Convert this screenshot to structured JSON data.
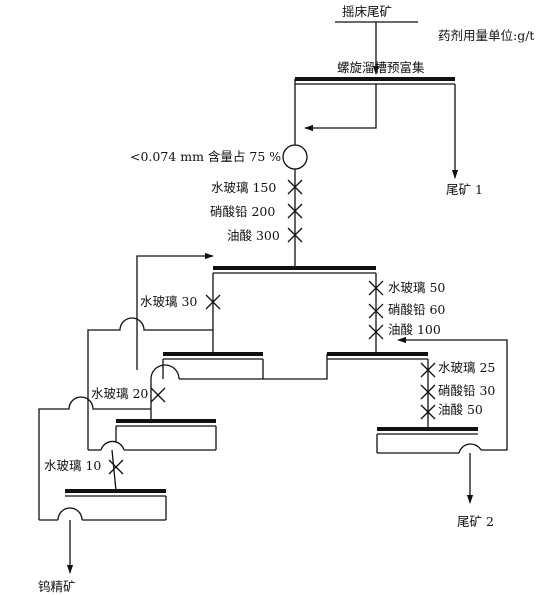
{
  "feed": "摇床尾矿",
  "dose_unit": "药剂用量单位:g/t",
  "spiral_label": "螺旋溜槽预富集",
  "grind_label": "<0.074 mm 含量占 75 %",
  "tailing_1": "尾矿 1",
  "tailing_2": "尾矿 2",
  "concentrate": "钨精矿",
  "reagents_rougher": [
    "水玻璃 150",
    "硝酸铅 200",
    "油酸 300"
  ],
  "reagents_scavenger": [
    "水玻璃 50",
    "硝酸铅 60",
    "油酸 100"
  ],
  "reagents_scavenger2": [
    "水玻璃 25",
    "硝酸铅 30",
    "油酸 50"
  ],
  "reagent_cleaner1": "水玻璃 30",
  "reagent_cleaner2": "水玻璃 20",
  "reagent_cleaner3": "水玻璃 10"
}
